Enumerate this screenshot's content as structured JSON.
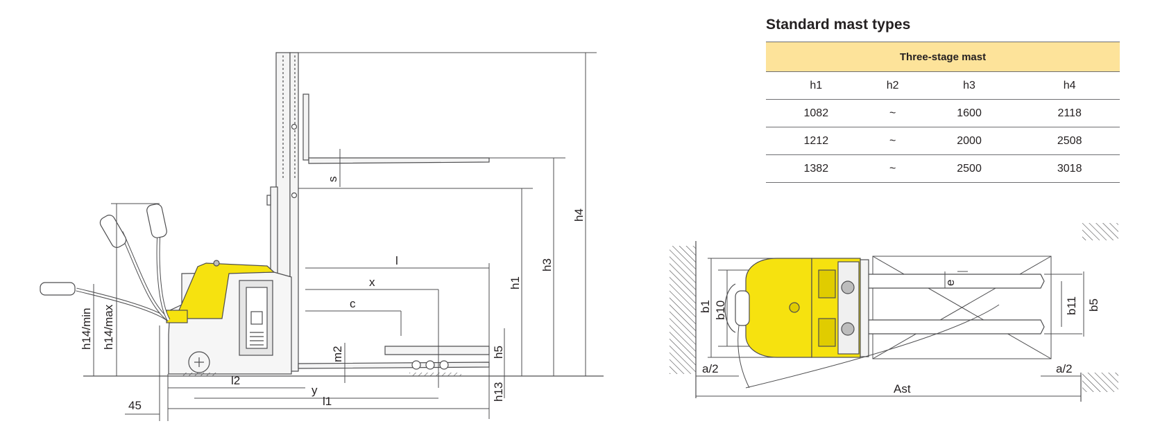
{
  "table": {
    "title": "Standard mast types",
    "group_header": "Three-stage mast",
    "columns": [
      "h1",
      "h2",
      "h3",
      "h4"
    ],
    "rows": [
      [
        "1082",
        "~",
        "1600",
        "2118"
      ],
      [
        "1212",
        "~",
        "2000",
        "2508"
      ],
      [
        "1382",
        "~",
        "2500",
        "3018"
      ]
    ]
  },
  "side_view": {
    "labels": {
      "h1": "h1",
      "h3": "h3",
      "h4": "h4",
      "s": "s",
      "l": "l",
      "x": "x",
      "c": "c",
      "m2": "m2",
      "h5": "h5",
      "h13": "h13",
      "h14min": "h14/min",
      "h14max": "h14/max",
      "l1": "l1",
      "l2": "l2",
      "y": "y",
      "d45": "45"
    }
  },
  "top_view": {
    "labels": {
      "b1": "b1",
      "b10": "b10",
      "b11": "b11",
      "b5": "b5",
      "e": "e",
      "a2left": "a/2",
      "a2right": "a/2",
      "ast": "Ast"
    }
  },
  "colors": {
    "body_yellow": "#f6e20f",
    "line": "#4d4d4f",
    "header_fill": "#fde39a"
  }
}
